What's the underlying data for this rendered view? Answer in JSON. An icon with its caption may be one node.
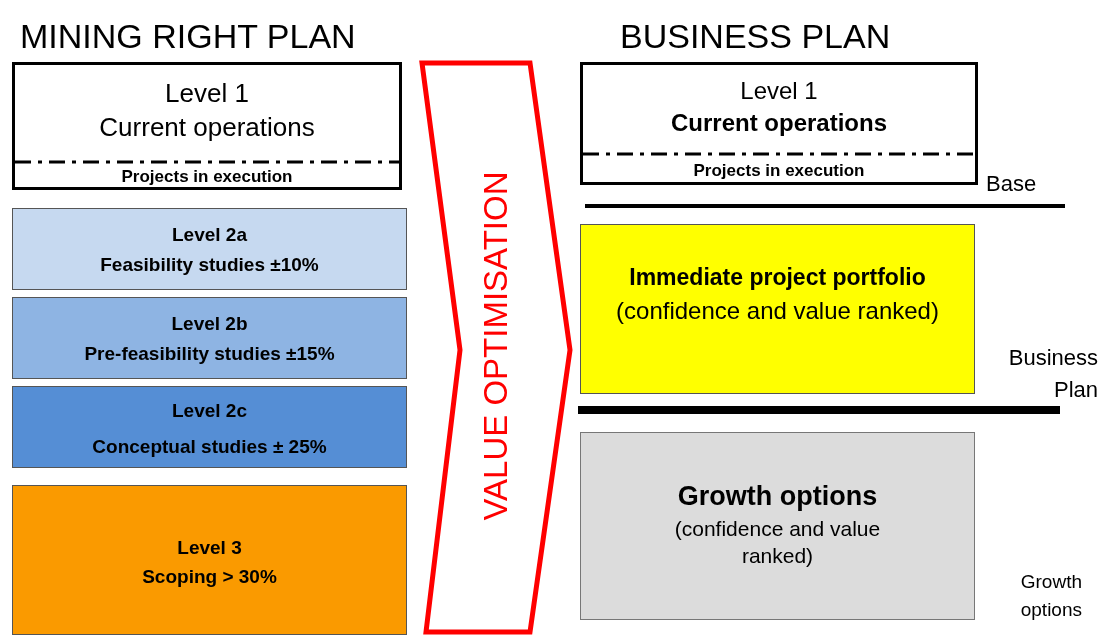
{
  "diagram": {
    "nodes": [
      {
        "text": [
          "Level 1",
          "Current operations",
          "Projects in execution"
        ]
      },
      {
        "text": [
          "Level 2a",
          "Feasibility studies ±10%"
        ]
      },
      {
        "text": [
          "Level 2b",
          "Pre-feasibility studies ±15%"
        ]
      },
      {
        "text": [
          "Level 2c",
          "Conceptual studies ± 25%"
        ]
      },
      {
        "text": [
          "Level 3",
          "Scoping > 30%"
        ]
      },
      {
        "text": [
          "VALUE OPTIMISATION"
        ]
      },
      {
        "text": [
          "Level 1",
          "Current operations",
          "Projects in execution"
        ]
      },
      {
        "text": [
          "Immediate project portfolio",
          "(confidence and value ranked)"
        ]
      },
      {
        "text": [
          "Growth options",
          "(confidence and value ranked)"
        ]
      }
    ],
    "labels": [
      "MINING RIGHT PLAN",
      "BUSINESS PLAN",
      "Base",
      "Business Plan",
      "Growth options"
    ]
  }
}
